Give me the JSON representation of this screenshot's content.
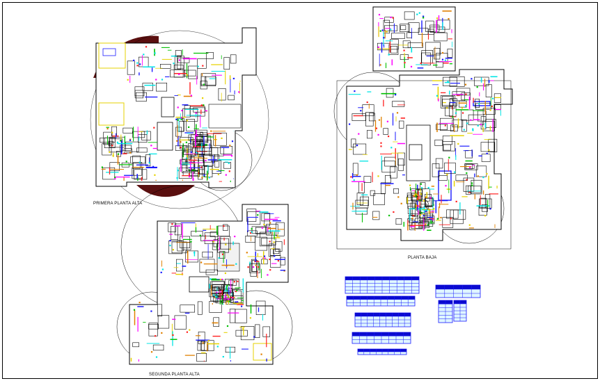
{
  "drawing": {
    "labels": {
      "primera": "PRIMERA PLANTA  ALTA",
      "segunda": "SEGUNDA PLANTA  ALTA",
      "baja": "PLANTA   BAJA"
    }
  },
  "colors": {
    "wall": "#000000",
    "accent_dark": "#5a0f0f",
    "cyan": "#00e5e5",
    "green": "#00c000",
    "blue": "#1a1aff",
    "yellow": "#e6d200",
    "orange": "#e08000",
    "magenta": "#ff00ff",
    "red": "#ff2020"
  }
}
